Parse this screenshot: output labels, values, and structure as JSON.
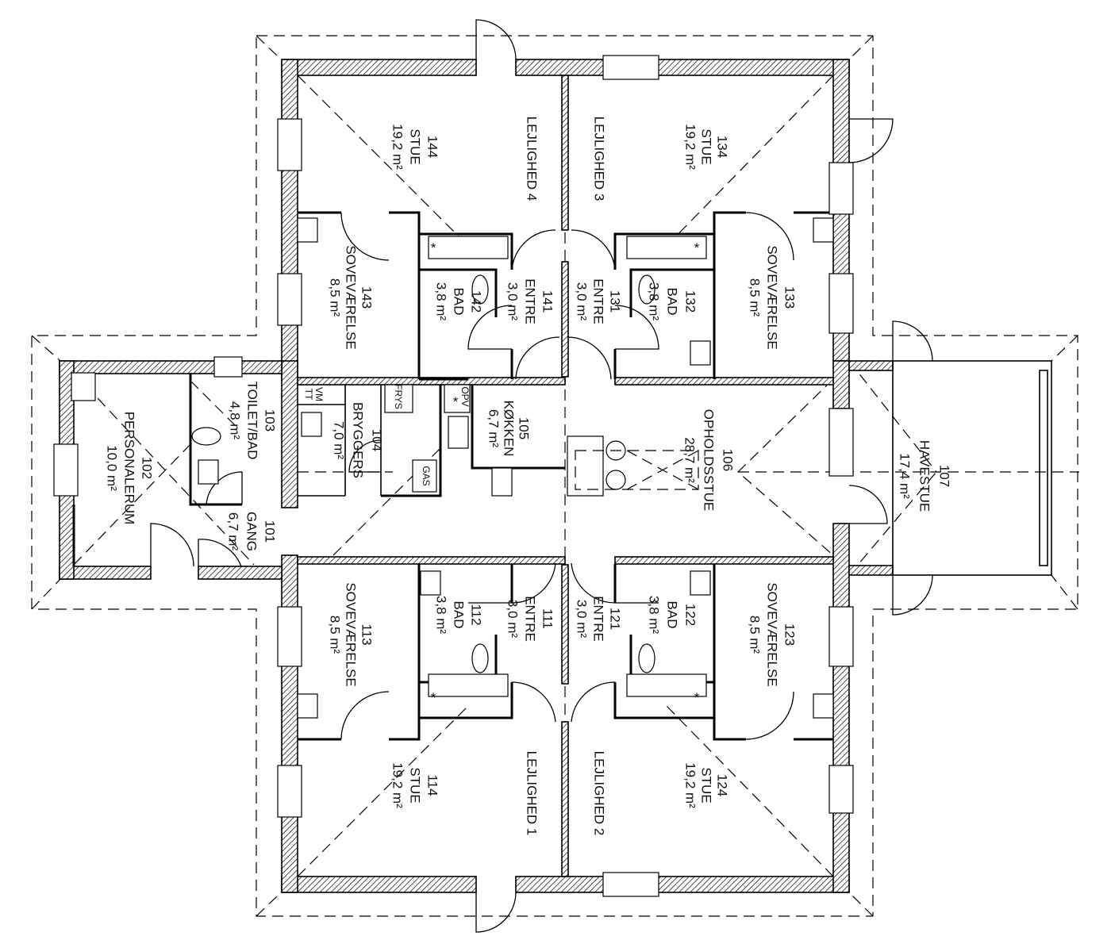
{
  "rooms": {
    "r144": {
      "number": "144",
      "name": "STUE",
      "area": "19,2 m²"
    },
    "r134": {
      "number": "134",
      "name": "STUE",
      "area": "19,2 m²"
    },
    "r143": {
      "number": "143",
      "name": "SOVEVÆRELSE",
      "area": "8,5 m²"
    },
    "r142": {
      "number": "142",
      "name": "BAD",
      "area": "3,8 m²"
    },
    "r141": {
      "number": "141",
      "name": "ENTRE",
      "area": "3,0 m²"
    },
    "r131": {
      "number": "131",
      "name": "ENTRE",
      "area": "3,0 m²"
    },
    "r132": {
      "number": "132",
      "name": "BAD",
      "area": "3,8 m²"
    },
    "r133": {
      "number": "133",
      "name": "SOVEVÆRELSE",
      "area": "8,5 m²"
    },
    "r103": {
      "number": "103",
      "name": "TOILET/BAD",
      "area": "4,8 m²"
    },
    "r102": {
      "number": "102",
      "name": "PERSONALERUM",
      "area": "10,0 m²"
    },
    "r101": {
      "number": "101",
      "name": "GANG",
      "area": "6,7 m²"
    },
    "r104": {
      "number": "104",
      "name": "BRYGGERS",
      "area": "7,0 m²"
    },
    "r105": {
      "number": "105",
      "name": "KØKKEN",
      "area": "6,7 m²"
    },
    "r106": {
      "number": "106",
      "name": "OPHOLDSSTUE",
      "area": "28,7 m²"
    },
    "r107": {
      "number": "107",
      "name": "HAVESTUE",
      "area": "17,4 m²"
    },
    "r113": {
      "number": "113",
      "name": "SOVEVÆRELSE",
      "area": "8,5 m²"
    },
    "r112": {
      "number": "112",
      "name": "BAD",
      "area": "3,8 m²"
    },
    "r111": {
      "number": "111",
      "name": "ENTRE",
      "area": "3,0 m²"
    },
    "r121": {
      "number": "121",
      "name": "ENTRE",
      "area": "3,0 m²"
    },
    "r122": {
      "number": "122",
      "name": "BAD",
      "area": "3,8 m²"
    },
    "r123": {
      "number": "123",
      "name": "SOVEVÆRELSE",
      "area": "8,5 m²"
    },
    "r114": {
      "number": "114",
      "name": "STUE",
      "area": "19,2 m²"
    },
    "r124": {
      "number": "124",
      "name": "STUE",
      "area": "19,2 m²"
    }
  },
  "apartments": [
    "LEJLIGHED 1",
    "LEJLIGHED 2",
    "LEJLIGHED 3",
    "LEJLIGHED 4"
  ],
  "fixtures": {
    "frys": "FRYS",
    "vm": "VM",
    "tt": "TT",
    "opv": "OPV",
    "gas": "GAS",
    "star": "*"
  }
}
